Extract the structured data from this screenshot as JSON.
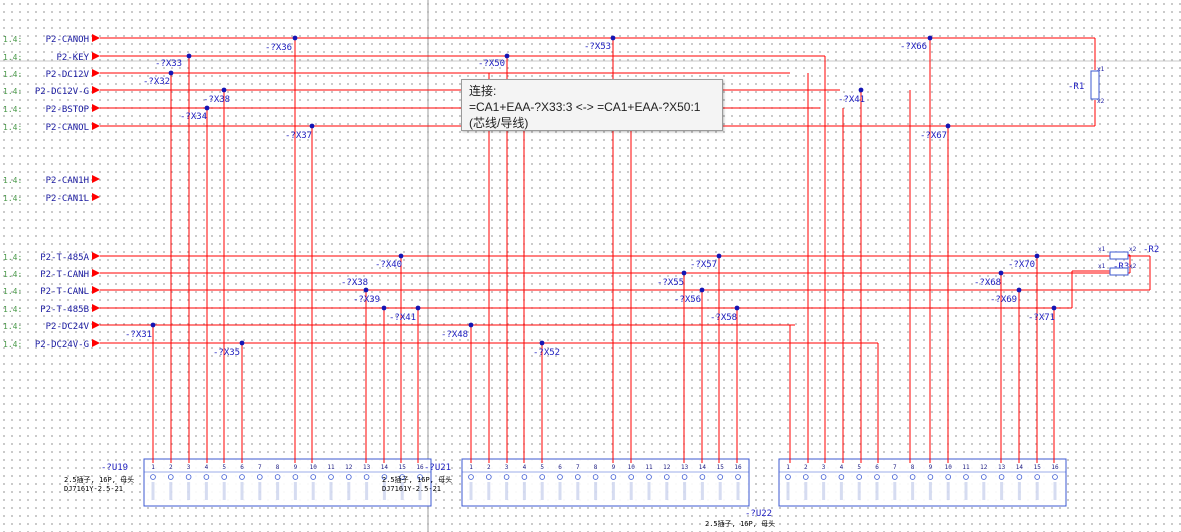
{
  "colors": {
    "wire": "#ff0000",
    "net_label": "#1a1aa0",
    "ref_label": "#2020c0",
    "arrow": "#ff0000",
    "connector": "#3c5ad2",
    "node": "#1414b4",
    "prefix": "#4a9a4a"
  },
  "signals": {
    "prefix": "1.4:",
    "names": [
      "P2-CANOH",
      "P2-KEY",
      "P2-DC12V",
      "P2-DC12V-G",
      "P2-BSTOP",
      "P2-CANOL",
      "P2-CAN1H",
      "P2-CAN1L",
      "P2-T-485A",
      "P2-T-CANH",
      "P2-T-CANL",
      "P2-T-485B",
      "P2-DC24V",
      "P2-DC24V-G"
    ]
  },
  "refs": [
    "-?X36",
    "-?X33",
    "-?X32",
    "-?X38",
    "-?X34",
    "-?X37",
    "-?X50",
    "-?X53",
    "-?X66",
    "-R1",
    "-?X41",
    "-?X67",
    "-?X40",
    "-?X38",
    "-?X39",
    "-?X41",
    "-?X31",
    "-?X35",
    "-?X48",
    "-?X52",
    "-?X57",
    "-?X55",
    "-?X56",
    "-?X58",
    "-?X70",
    "-?X68",
    "-?X69",
    "-?X71",
    "-R2",
    "-R3"
  ],
  "resistor_pins": {
    "r1_top": "x1",
    "r1_bottom": "x2",
    "r2_left": "x1",
    "r2_right": "x2",
    "r3_left": "x1",
    "r3_right": "x2"
  },
  "connectors": [
    {
      "ref": "-?U19",
      "desc": "2.5插子, 16P, 母头",
      "part": "DJ7161Y-2.5-21"
    },
    {
      "ref": "-?U21",
      "desc": "2.5插子, 16P, 母头",
      "part": "DJ7161Y-2.5-21"
    },
    {
      "ref": "-?U22",
      "desc": "2.5插子, 16P, 母头",
      "part": ""
    }
  ],
  "pins": [
    "1",
    "2",
    "3",
    "4",
    "5",
    "6",
    "7",
    "8",
    "9",
    "10",
    "11",
    "12",
    "13",
    "14",
    "15",
    "16"
  ],
  "tooltip": {
    "title": "连接:",
    "line": "=CA1+EAA-?X33:3 <-> =CA1+EAA-?X50:1",
    "note": "(芯线/导线)"
  }
}
